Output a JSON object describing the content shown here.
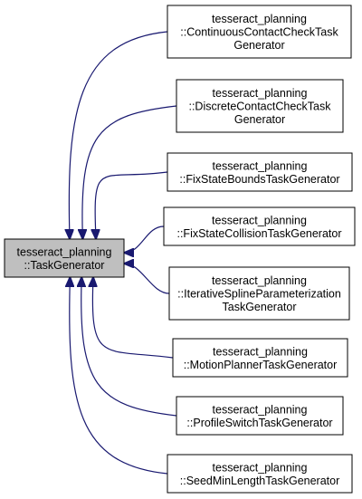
{
  "diagram": {
    "colors": {
      "edge": "#191970",
      "base_fill": "#bfbfbf",
      "node_fill": "#ffffff",
      "border": "#000000"
    },
    "base": {
      "id": "task-generator",
      "lines": [
        "tesseract_planning",
        "::TaskGenerator"
      ]
    },
    "derived": [
      {
        "id": "continuous-contact-check",
        "lines": [
          "tesseract_planning",
          "::ContinuousContactCheckTask",
          "Generator"
        ]
      },
      {
        "id": "discrete-contact-check",
        "lines": [
          "tesseract_planning",
          "::DiscreteContactCheckTask",
          "Generator"
        ]
      },
      {
        "id": "fix-state-bounds",
        "lines": [
          "tesseract_planning",
          "::FixStateBoundsTaskGenerator"
        ]
      },
      {
        "id": "fix-state-collision",
        "lines": [
          "tesseract_planning",
          "::FixStateCollisionTaskGenerator"
        ]
      },
      {
        "id": "iterative-spline-parameterization",
        "lines": [
          "tesseract_planning",
          "::IterativeSplineParameterization",
          "TaskGenerator"
        ]
      },
      {
        "id": "motion-planner",
        "lines": [
          "tesseract_planning",
          "::MotionPlannerTaskGenerator"
        ]
      },
      {
        "id": "profile-switch",
        "lines": [
          "tesseract_planning",
          "::ProfileSwitchTaskGenerator"
        ]
      },
      {
        "id": "seed-min-length",
        "lines": [
          "tesseract_planning",
          "::SeedMinLengthTaskGenerator"
        ]
      }
    ]
  }
}
